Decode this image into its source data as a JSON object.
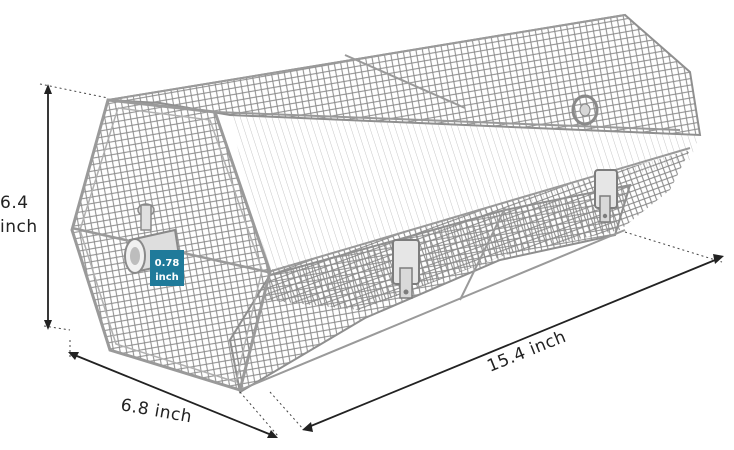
{
  "dimensions": {
    "height": {
      "value": "6.4",
      "unit": "inch"
    },
    "width": "6.8 inch",
    "length": "15.4 inch"
  },
  "spit_badge": {
    "value": "0.78",
    "unit": "inch"
  },
  "colors": {
    "wire": "#8c8c8c",
    "wire_dark": "#6e6e6e",
    "frame": "#9a9a9a",
    "dimension_line": "#222222",
    "badge_bg": "#1f7a9a",
    "badge_text": "#ffffff"
  }
}
